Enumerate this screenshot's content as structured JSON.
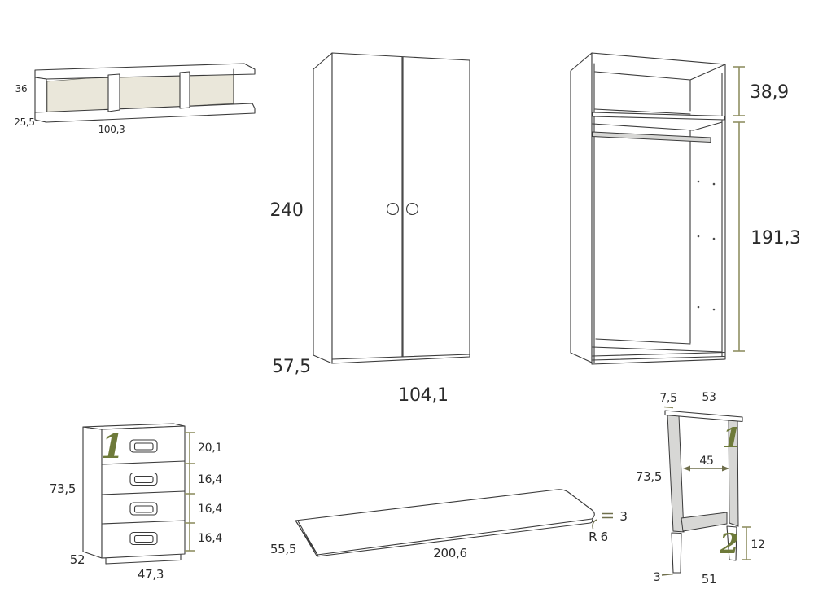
{
  "colors": {
    "line": "#3a3a3a",
    "dimension_line": "#8f8f63",
    "marker_green": "#6e7a3a",
    "panel_beige": "#eae7da",
    "metal_grey": "#d7d7d5",
    "text": "#2b2b2b",
    "background": "#ffffff"
  },
  "pieces": {
    "wall_shelf": {
      "height": "36",
      "depth": "25,5",
      "width": "100,3"
    },
    "wardrobe": {
      "height": "240",
      "depth": "57,5",
      "width": "104,1"
    },
    "wardrobe_interior": {
      "upper_compartment": "38,9",
      "hanging_space": "191,3"
    },
    "drawer_unit": {
      "height": "73,5",
      "depth": "52",
      "width": "47,3",
      "marker": "1",
      "drawer_heights": [
        "20,1",
        "16,4",
        "16,4",
        "16,4"
      ]
    },
    "desk_top": {
      "depth": "55,5",
      "length": "200,6",
      "thickness": "3",
      "corner_radius": "R 6"
    },
    "leg_frame": {
      "top_depth": "7,5",
      "top_length": "53",
      "inner_span": "45",
      "height": "73,5",
      "marker_upper": "1",
      "marker_lower": "2",
      "foot_height": "12",
      "glide_height": "3",
      "bottom_span": "51"
    }
  }
}
